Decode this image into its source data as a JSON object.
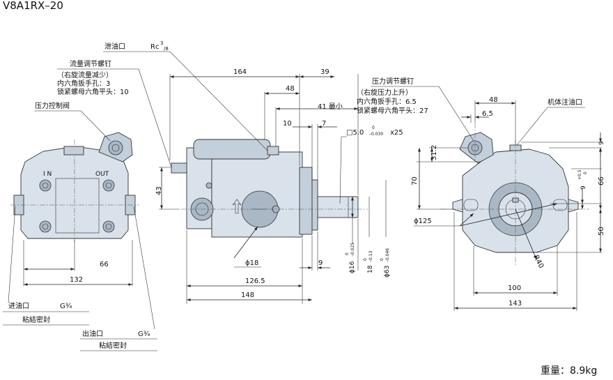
{
  "title": "V8A1RX–20",
  "weight": "重量：8.9kg",
  "labels": {
    "drain_port": "泄油口",
    "drain_thread": "Rc",
    "drain_thread_sup": "3",
    "drain_thread_sub": "/8",
    "flow_screw": "流量调节螺钉",
    "flow_screw_note": "（右旋流量减少）",
    "flow_screw_hex": "内六角扳手孔：3",
    "flow_screw_nut": "锁紧螺母六角平头：10",
    "pressure_valve": "压力控制阀",
    "pressure_screw": "压力调节螺钉",
    "pressure_screw_note": "（右旋压力上升）",
    "pressure_screw_hex": "内六角扳手孔：6.5",
    "pressure_screw_nut": "锁紧螺母六角平头：27",
    "fill_port": "机体注油口",
    "inlet_port": "进油口",
    "inlet_thread": "G¾",
    "inlet_seal": "粘結密封",
    "outlet_port": "出油口",
    "outlet_thread": "G¾",
    "outlet_seal": "粘結密封",
    "face_in": "I N",
    "face_out": "OUT",
    "key_spec": "□5.0",
    "key_tol_top": "0",
    "key_tol_bot": "–0.030",
    "key_len": "x25"
  },
  "dims": {
    "d164": "164",
    "d39": "39",
    "d48a": "48",
    "d41": "41 最小",
    "d10": "10",
    "d7": "7",
    "d43": "43",
    "d66a": "66",
    "d132": "132",
    "d18": "ϕ18",
    "d9a": "9",
    "d126": "126.5",
    "d148": "148",
    "d16": "ϕ16",
    "d16t1": "0",
    "d16t2": "–0.025",
    "d18b": "18",
    "d18t1": "0",
    "d18t2": "–0.13",
    "d63": "ϕ63",
    "d63t1": "0",
    "d63t2": "–0.046",
    "d48b": "48",
    "d65": "6.5",
    "d312": "31.2",
    "d70": "70",
    "d125": "ϕ125",
    "d9b": "9",
    "d9p": "9",
    "d9p1": "+0.5",
    "d9p2": "0",
    "d66b": "66",
    "d50": "50",
    "d100": "100",
    "d143": "143",
    "dR40": "R40"
  }
}
